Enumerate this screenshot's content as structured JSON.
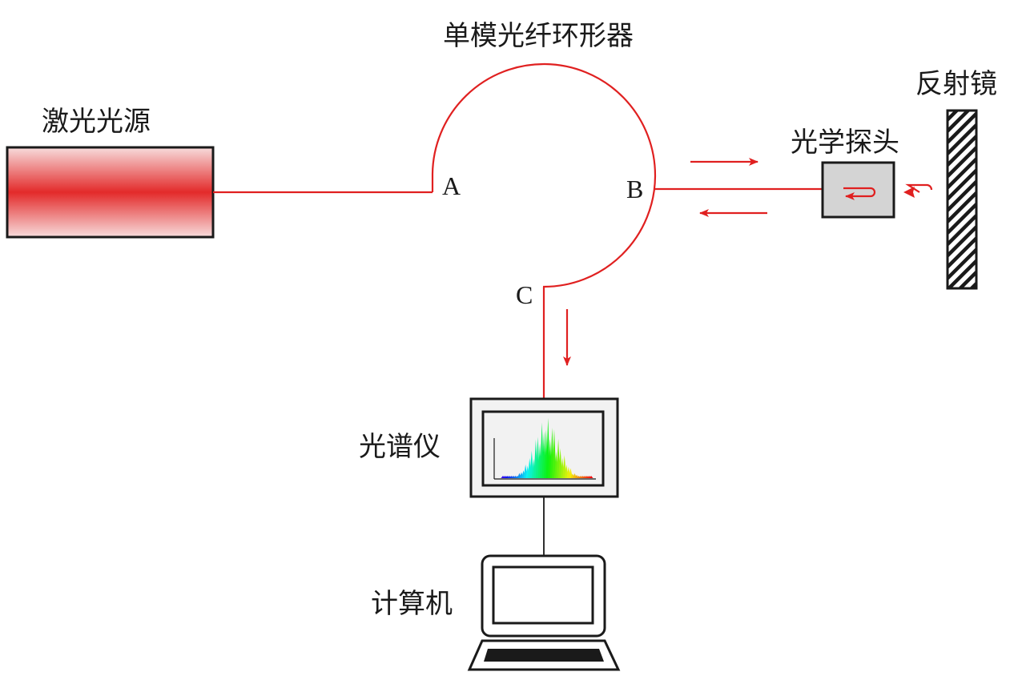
{
  "labels": {
    "laser_source": "激光光源",
    "circulator": "单模光纤环形器",
    "reflector": "反射镜",
    "optical_probe": "光学探头",
    "spectrometer": "光谱仪",
    "computer": "计算机",
    "port_a": "A",
    "port_b": "B",
    "port_c": "C"
  },
  "colors": {
    "fiber": "#e02020",
    "arrow": "#e02020",
    "outline": "#1a1a1a",
    "probe_fill": "#d4d4d4",
    "screen_fill": "#f2f2f2"
  }
}
